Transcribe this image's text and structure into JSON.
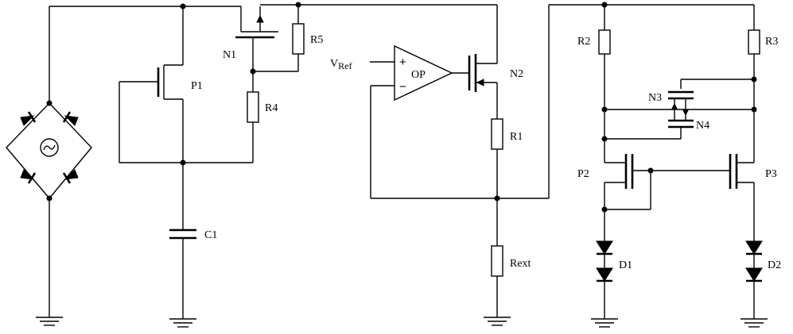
{
  "labels": {
    "n1": "N1",
    "n2": "N2",
    "n3": "N3",
    "n4": "N4",
    "p1": "P1",
    "p2": "P2",
    "p3": "P3",
    "r1": "R1",
    "r2": "R2",
    "r3": "R3",
    "r4": "R4",
    "r5": "R5",
    "rext": "Rext",
    "c1": "C1",
    "d1": "D1",
    "d2": "D2",
    "op": "OP",
    "vref_main": "V",
    "vref_sub": "Ref",
    "plus": "+",
    "minus": "−"
  }
}
